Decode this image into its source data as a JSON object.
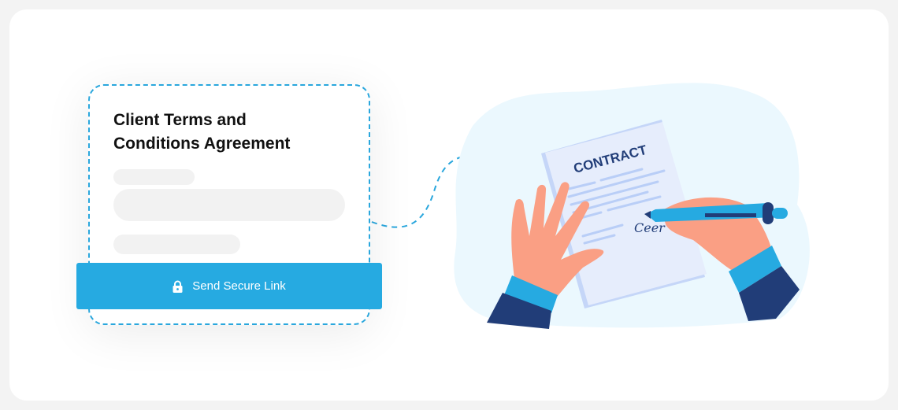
{
  "card": {
    "title_line1": "Client Terms and",
    "title_line2": "Conditions Agreement",
    "button_label": "Send Secure Link",
    "button_icon": "lock-icon"
  },
  "illustration": {
    "document_heading": "CONTRACT",
    "signature": "Ceer"
  },
  "colors": {
    "accent": "#26aae1",
    "dark_blue": "#213d78",
    "skin": "#fa9f84",
    "blob": "#ebf8fe",
    "paper": "#e6edfc"
  }
}
